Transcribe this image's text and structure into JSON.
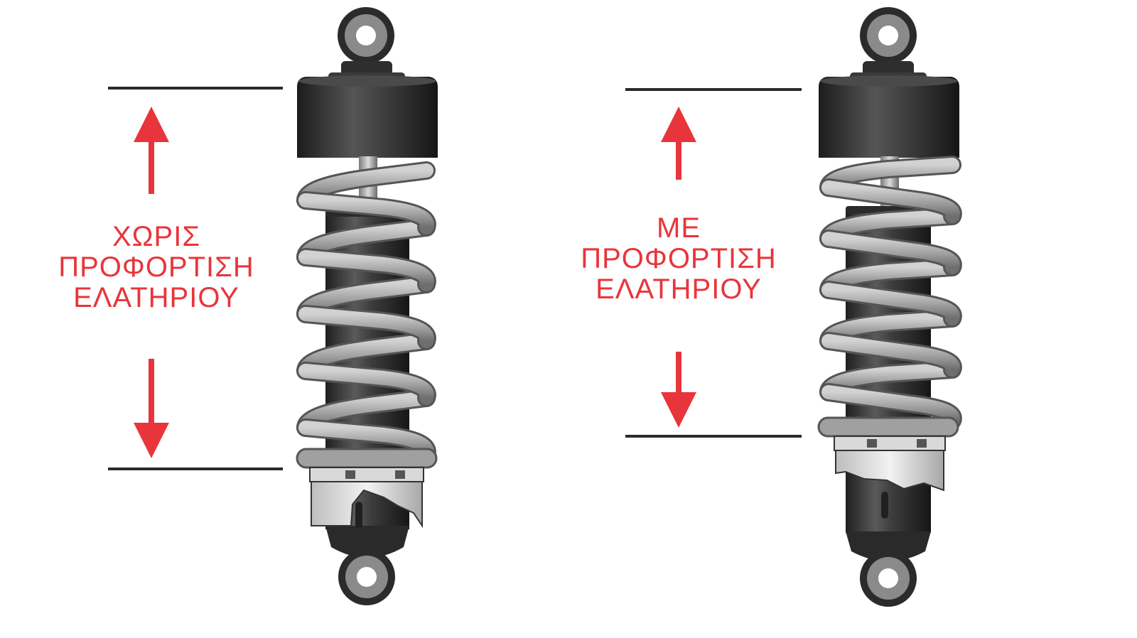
{
  "left_panel": {
    "label_lines": [
      "ΧΩΡΙΣ",
      "ΠΡΟΦΟΡΤΙΣΗ",
      "ΕΛΑΤΗΡΙΟΥ"
    ]
  },
  "right_panel": {
    "label_lines": [
      "ΜΕ",
      "ΠΡΟΦΟΡΤΙΣΗ",
      "ΕΛΑΤΗΡΙΟΥ"
    ]
  },
  "colors": {
    "arrow": "#e8353b",
    "label": "#e8353b",
    "measure_line": "#2b2b2b",
    "shock_body": "#3a3a3a",
    "spring": "#9a9a9a",
    "collar": "#d6d6d6"
  },
  "icons": [
    "shock-absorber",
    "coil-spring",
    "arrow-up",
    "arrow-down",
    "mounting-eye"
  ]
}
